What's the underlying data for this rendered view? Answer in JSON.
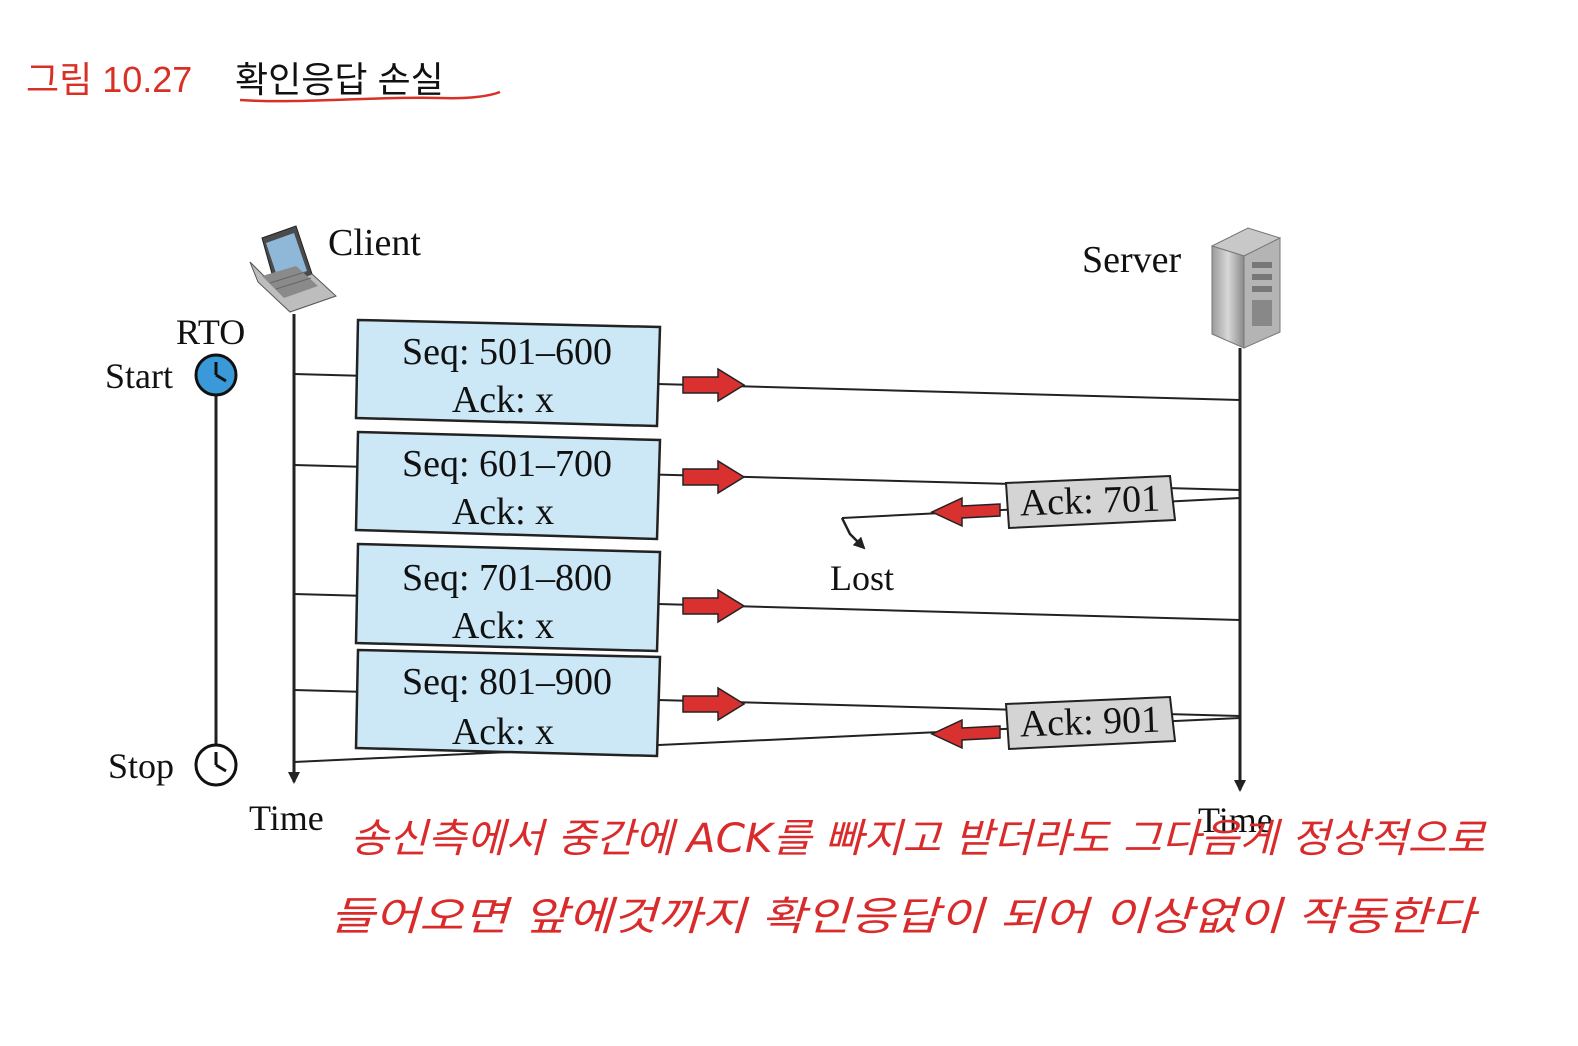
{
  "figure": {
    "label": "그림 10.27",
    "title": "확인응답 손실",
    "label_color": "#d93025",
    "title_color": "#111111"
  },
  "client": {
    "label": "Client",
    "icon": "laptop-icon"
  },
  "server": {
    "label": "Server",
    "icon": "server-tower-icon"
  },
  "timer": {
    "rto_label": "RTO",
    "start_label": "Start",
    "stop_label": "Stop",
    "start_icon": "clock-icon",
    "stop_icon": "clock-icon",
    "start_color": "#3a9ad9"
  },
  "time_labels": {
    "client": "Time",
    "server": "Time"
  },
  "segments": [
    {
      "seq": "Seq: 501–600",
      "ack": "Ack: x"
    },
    {
      "seq": "Seq: 601–700",
      "ack": "Ack: x"
    },
    {
      "seq": "Seq: 701–800",
      "ack": "Ack: x"
    },
    {
      "seq": "Seq: 801–900",
      "ack": "Ack: x"
    }
  ],
  "acks": [
    {
      "label": "Ack: 701",
      "status": "Lost"
    },
    {
      "label": "Ack: 901"
    }
  ],
  "lost_label": "Lost",
  "handwritten_note": {
    "line1": "송신측에서 중간에 ACK를 빠지고 받더라도 그다음게 정상적으로",
    "line2": "들어오면 앞에것까지 확인응답이 되어 이상없이 작동한다",
    "color": "#d92b2b"
  },
  "colors": {
    "segment_fill": "#cce8f7",
    "ack_fill": "#d4d4d4",
    "arrow_fill": "#d93030",
    "line": "#222222"
  }
}
